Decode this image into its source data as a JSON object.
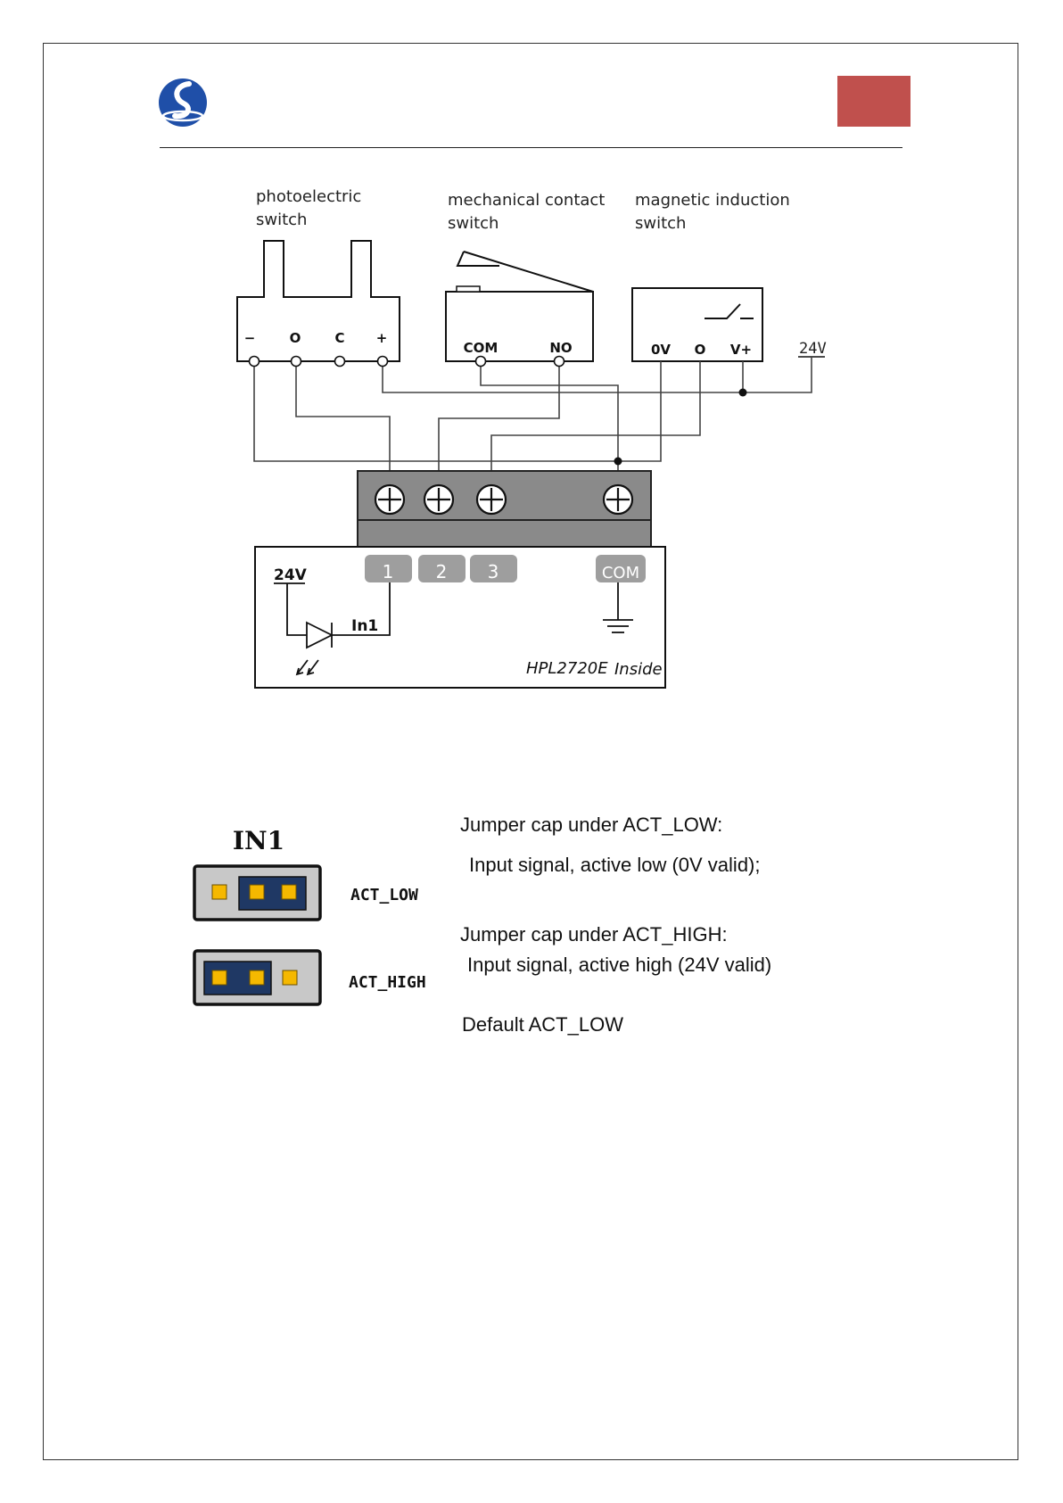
{
  "header": {
    "accent_color": "#c0504d",
    "logo_color": "#1f4fa8"
  },
  "diagram": {
    "switches": [
      {
        "line1": "photoelectric",
        "line2": "switch",
        "pins": [
          "−",
          "O",
          "C",
          "+"
        ]
      },
      {
        "line1": "mechanical contact",
        "line2": "switch",
        "pins": [
          "COM",
          "NO"
        ]
      },
      {
        "line1": "magnetic induction",
        "line2": "switch",
        "pins": [
          "0V",
          "O",
          "V+"
        ]
      }
    ],
    "supply_label": "24V",
    "board": {
      "inputs": [
        "1",
        "2",
        "3"
      ],
      "com_label": "COM",
      "vcc_label": "24V",
      "input_label": "In1",
      "name": "HPL2720E",
      "name_suffix": "Inside"
    }
  },
  "jumper": {
    "title": "IN1",
    "labels": [
      "ACT_LOW",
      "ACT_HIGH"
    ],
    "pin_color": "#f5b800",
    "cap_color": "#1f3864"
  },
  "explanation": {
    "low_heading": "Jumper cap under ACT_LOW:",
    "low_desc": "Input signal, active low (0V valid);",
    "high_heading": "Jumper cap under ACT_HIGH:",
    "high_desc": "Input signal, active high (24V valid)",
    "default": "Default ACT_LOW"
  }
}
